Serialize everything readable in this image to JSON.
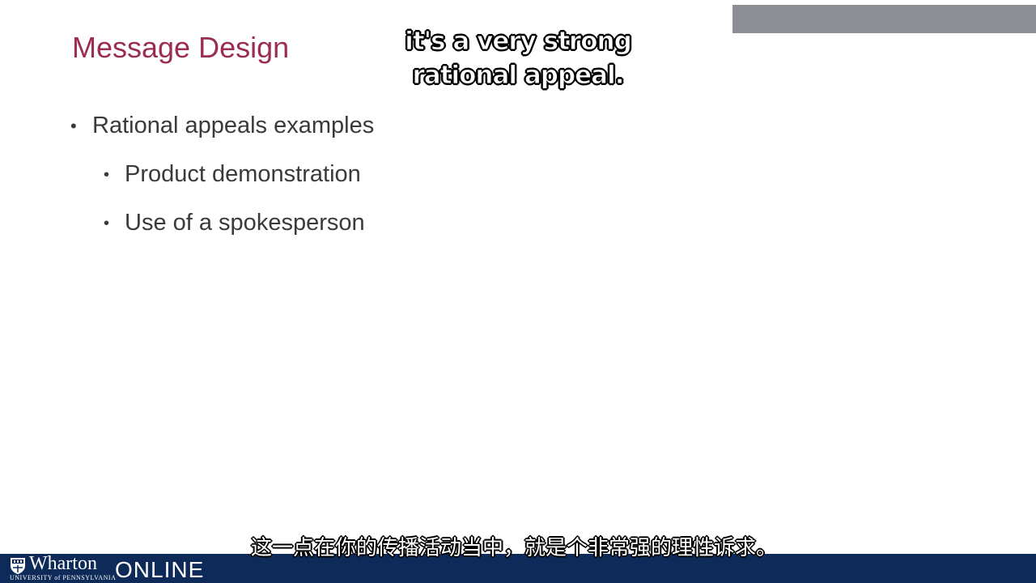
{
  "slide": {
    "title": "Message Design",
    "bullets": [
      {
        "text": "Rational appeals examples",
        "level": 1
      },
      {
        "text": "Product demonstration",
        "level": 2
      },
      {
        "text": "Use of a spokesperson",
        "level": 2
      }
    ],
    "bullet_glyph": "•"
  },
  "subtitles": {
    "english_line1": "it's a very strong",
    "english_line2": "rational appeal.",
    "chinese": "这一点在你的传播活动当中，就是个非常强的理性诉求。"
  },
  "footer": {
    "logo_name": "Wharton",
    "logo_subtext": "UNIVERSITY of PENNSYLVANIA",
    "logo_online": "ONLINE"
  },
  "colors": {
    "title": "#9b2d52",
    "body_text": "#3a3a3a",
    "footer_bg": "#0d2a58",
    "top_bar": "#8e8f94"
  },
  "icons": {
    "logo": "wharton-shield-icon"
  }
}
